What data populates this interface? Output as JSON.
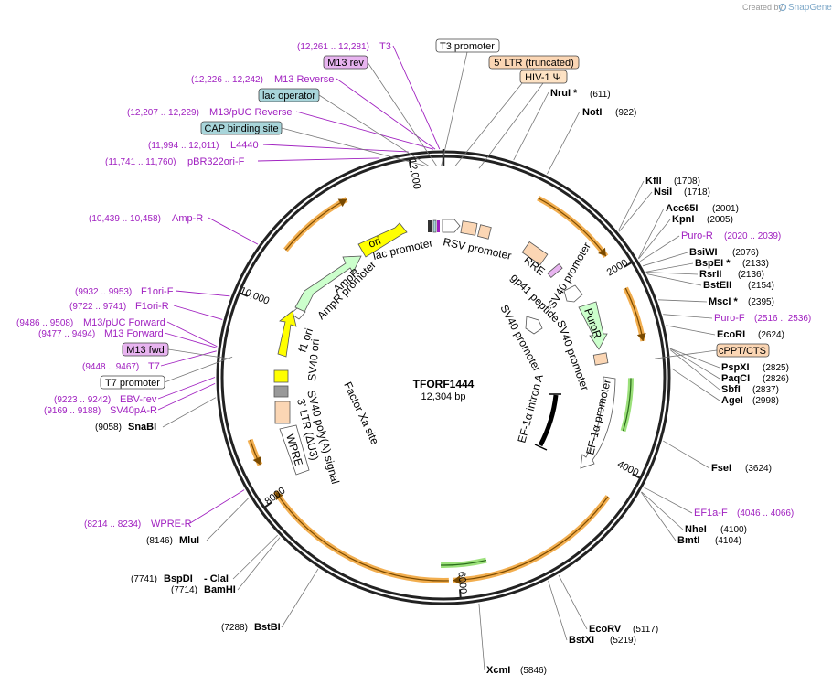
{
  "watermark": {
    "prefix": "Created by",
    "brand": "SnapGene"
  },
  "plasmid": {
    "name": "TFORF1444",
    "size_label": "12,304 bp",
    "length": 12304
  },
  "ticks": [
    {
      "pos": 2000,
      "label": "2000"
    },
    {
      "pos": 4000,
      "label": "4000"
    },
    {
      "pos": 6000,
      "label": "6000"
    },
    {
      "pos": 8000,
      "label": "8000"
    },
    {
      "pos": 10000,
      "label": "10,000"
    },
    {
      "pos": 12000,
      "label": "12,000"
    }
  ],
  "enzymes": [
    {
      "name": "NruI *",
      "pos": "(611)",
      "bp": 611
    },
    {
      "name": "NotI",
      "pos": "(922)",
      "bp": 922
    },
    {
      "name": "KflI",
      "pos": "(1708)",
      "bp": 1708
    },
    {
      "name": "NsiI",
      "pos": "(1718)",
      "bp": 1718
    },
    {
      "name": "Acc65I",
      "pos": "(2001)",
      "bp": 2001
    },
    {
      "name": "KpnI",
      "pos": "(2005)",
      "bp": 2005
    },
    {
      "name": "BsiWI",
      "pos": "(2076)",
      "bp": 2076
    },
    {
      "name": "BspEI *",
      "pos": "(2133)",
      "bp": 2133
    },
    {
      "name": "RsrII",
      "pos": "(2136)",
      "bp": 2136
    },
    {
      "name": "BstEII",
      "pos": "(2154)",
      "bp": 2154
    },
    {
      "name": "MscI *",
      "pos": "(2395)",
      "bp": 2395
    },
    {
      "name": "EcoRI",
      "pos": "(2624)",
      "bp": 2624
    },
    {
      "name": "PspXI",
      "pos": "(2825)",
      "bp": 2825
    },
    {
      "name": "PaqCI",
      "pos": "(2826)",
      "bp": 2826
    },
    {
      "name": "SbfI",
      "pos": "(2837)",
      "bp": 2837
    },
    {
      "name": "AgeI",
      "pos": "(2998)",
      "bp": 2998
    },
    {
      "name": "FseI",
      "pos": "(3624)",
      "bp": 3624
    },
    {
      "name": "NheI",
      "pos": "(4100)",
      "bp": 4100
    },
    {
      "name": "BmtI",
      "pos": "(4104)",
      "bp": 4104
    },
    {
      "name": "EcoRV",
      "pos": "(5117)",
      "bp": 5117
    },
    {
      "name": "BstXI",
      "pos": "(5219)",
      "bp": 5219
    },
    {
      "name": "XcmI",
      "pos": "(5846)",
      "bp": 5846
    },
    {
      "name": "BstBI",
      "pos": "(7288)",
      "bp": 7288
    },
    {
      "name": "BspDI",
      "pos": "(7741)",
      "bp": 7741,
      "extra": "- ClaI"
    },
    {
      "name": "BamHI",
      "pos": "(7714)",
      "bp": 7714
    },
    {
      "name": "MluI",
      "pos": "(8146)",
      "bp": 8146
    },
    {
      "name": "SnaBI",
      "pos": "(9058)",
      "bp": 9058
    }
  ],
  "primers": [
    {
      "name": "T3",
      "range": "(12,261 .. 12,281)",
      "bp": 12271
    },
    {
      "name": "M13 Reverse",
      "range": "(12,226 .. 12,242)",
      "bp": 12234
    },
    {
      "name": "M13/pUC Reverse",
      "range": "(12,207 .. 12,229)",
      "bp": 12218
    },
    {
      "name": "L4440",
      "range": "(11,994 .. 12,011)",
      "bp": 12002
    },
    {
      "name": "pBR322ori-F",
      "range": "(11,741 .. 11,760)",
      "bp": 11750
    },
    {
      "name": "Amp-R",
      "range": "(10,439 .. 10,458)",
      "bp": 10448
    },
    {
      "name": "F1ori-F",
      "range": "(9932 .. 9953)",
      "bp": 9942
    },
    {
      "name": "F1ori-R",
      "range": "(9722 .. 9741)",
      "bp": 9731
    },
    {
      "name": "M13/pUC Forward",
      "range": "(9486 .. 9508)",
      "bp": 9497
    },
    {
      "name": "M13 Forward",
      "range": "(9477 .. 9494)",
      "bp": 9485
    },
    {
      "name": "T7",
      "range": "(9448 .. 9467)",
      "bp": 9457
    },
    {
      "name": "EBV-rev",
      "range": "(9223 .. 9242)",
      "bp": 9232
    },
    {
      "name": "SV40pA-R",
      "range": "(9169 .. 9188)",
      "bp": 9178
    },
    {
      "name": "WPRE-R",
      "range": "(8214 .. 8234)",
      "bp": 8224
    },
    {
      "name": "Puro-R",
      "range": "(2020 .. 2039)",
      "bp": 2030
    },
    {
      "name": "Puro-F",
      "range": "(2516 .. 2536)",
      "bp": 2526
    },
    {
      "name": "EF1a-F",
      "range": "(4046 .. 4066)",
      "bp": 4056
    }
  ],
  "boxed_labels": {
    "m13_rev": "M13 rev",
    "lac_operator": "lac operator",
    "cap_binding_site": "CAP binding site",
    "t3_promoter": "T3 promoter",
    "ltr5": "5' LTR (truncated)",
    "hiv_psi": "HIV-1 Ψ",
    "cppt": "cPPT/CTS",
    "m13_fwd": "M13 fwd",
    "t7_promoter": "T7 promoter"
  },
  "inner_labels": {
    "ori": "ori",
    "lac_promoter": "lac promoter",
    "rsv_promoter": "RSV promoter",
    "ampr": "AmpR",
    "ampr_promoter": "AmpR promoter",
    "rre": "RRE",
    "gp41": "gp41 peptide",
    "sv40_promoter_1": "SV40 promoter",
    "puror": "PuroR",
    "f1_ori": "f1 ori",
    "sv40_ori": "SV40 ori",
    "sv40_promoter_2": "SV40 promoter",
    "ef1a_intron": "EF-1α intron A",
    "ef1a_promoter": "EF-1α promoter",
    "sv40_polya": "SV40 poly(A) signal",
    "ltr3": "3' LTR (ΔU3)",
    "factor_xa": "Factor Xa site",
    "wpre": "WPRE"
  },
  "colors": {
    "backbone": "#222222",
    "primer": "#a020c0",
    "orf": "#f0a030",
    "ori_fill": "#ffff00",
    "ampr_fill": "#ccffcc",
    "puror_fill": "#ccffcc",
    "promoter_fill": "#ffffff",
    "ltr_fill": "#fbd6b4",
    "lac_op_fill": "#a8d5da",
    "m13_fill": "#e8b4f0",
    "psi_fill": "#fde2c4"
  }
}
